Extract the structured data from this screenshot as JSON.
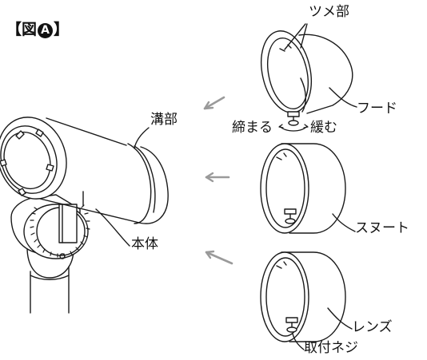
{
  "figure": {
    "title_open": "【図",
    "title_mark": "A",
    "title_close": "】"
  },
  "labels": {
    "tsume": "ツメ部",
    "hood": "フード",
    "tighten": "締まる",
    "loosen": "緩む",
    "mizo": "溝部",
    "snoot": "スヌート",
    "hontai": "本体",
    "lens": "レンズ",
    "screw": "取付ネジ"
  },
  "colors": {
    "line": "#1a1a1a",
    "arrow": "#9a9a9a",
    "fill": "#ffffff"
  }
}
